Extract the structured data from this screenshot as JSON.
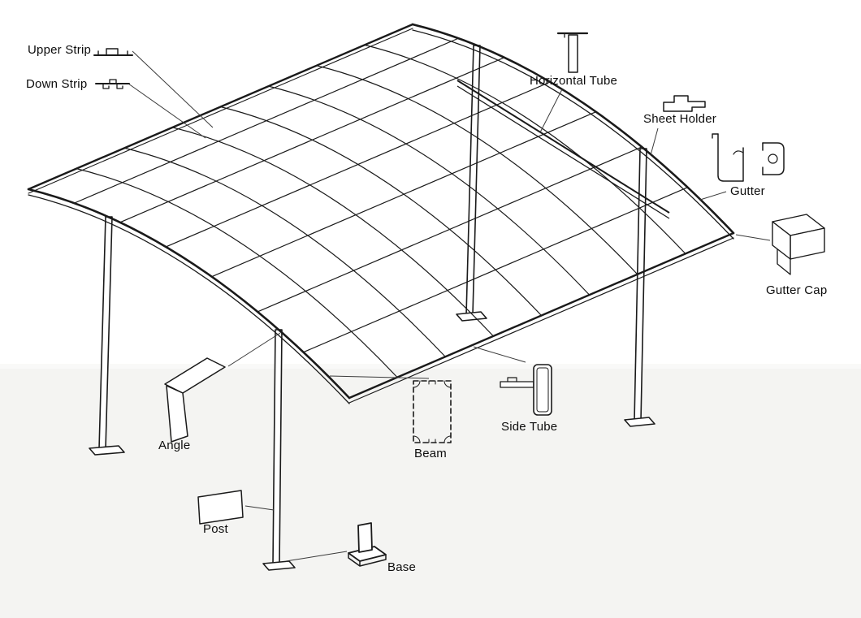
{
  "diagram": {
    "labels": {
      "upper_strip": "Upper Strip",
      "down_strip": "Down Strip",
      "horizontal_tube": "Horizontal Tube",
      "sheet_holder": "Sheet Holder",
      "gutter": "Gutter",
      "gutter_cap": "Gutter Cap",
      "angle": "Angle",
      "beam": "Beam",
      "side_tube": "Side Tube",
      "post": "Post",
      "base": "Base"
    },
    "icons": {
      "upper_strip": "upper-strip-profile-icon",
      "down_strip": "down-strip-profile-icon",
      "horizontal_tube": "horizontal-tube-profile-icon",
      "sheet_holder": "sheet-holder-profile-icon",
      "gutter": "gutter-profile-icon",
      "gutter_cap": "gutter-cap-3d-icon",
      "angle": "angle-bracket-3d-icon",
      "beam": "beam-cross-section-icon",
      "side_tube": "side-tube-profile-icon",
      "post": "post-plate-icon",
      "base": "base-plate-3d-icon"
    },
    "colors": {
      "line": "#1a1a1a",
      "leader": "#3a3a3a",
      "background": "#ffffff",
      "ground": "#f4f4f2"
    }
  }
}
